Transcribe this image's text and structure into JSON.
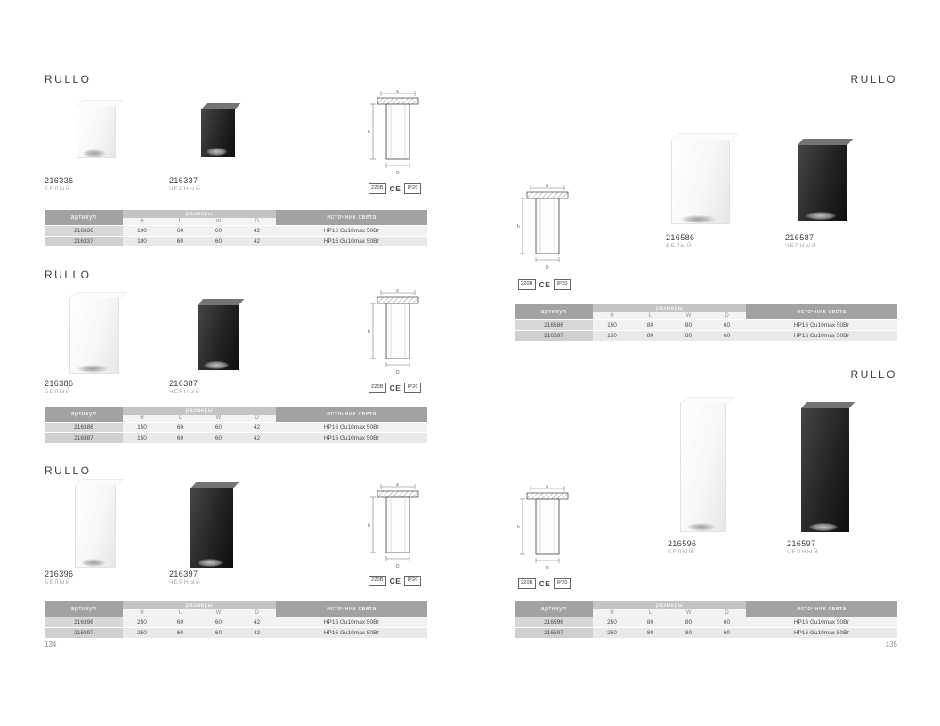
{
  "table_labels": {
    "article": "артикул",
    "dimensions": "размеры",
    "source": "источник света",
    "dims": [
      "H",
      "L",
      "W",
      "D"
    ]
  },
  "badges": [
    "220B",
    "CE",
    "IP20"
  ],
  "drawing_labels": {
    "top": "a",
    "side": "h",
    "bottom": "D"
  },
  "pages": {
    "left": {
      "number": "134"
    },
    "right": {
      "number": "135"
    }
  },
  "sections": [
    {
      "title": "RULLO",
      "products": [
        {
          "code": "216336",
          "color": "БЕЛЫЙ"
        },
        {
          "code": "216337",
          "color": "ЧЕРНЫЙ"
        }
      ],
      "rows": [
        {
          "article": "216336",
          "H": "100",
          "L": "60",
          "W": "60",
          "D": "42",
          "source": "HP16 Gu10max 50Вт"
        },
        {
          "article": "216337",
          "H": "100",
          "L": "60",
          "W": "60",
          "D": "42",
          "source": "HP16 Gu10max 50Вт"
        }
      ]
    },
    {
      "title": "RULLO",
      "products": [
        {
          "code": "216386",
          "color": "БЕЛЫЙ"
        },
        {
          "code": "216387",
          "color": "ЧЕРНЫЙ"
        }
      ],
      "rows": [
        {
          "article": "216386",
          "H": "150",
          "L": "60",
          "W": "60",
          "D": "42",
          "source": "HP16 Gu10max 50Вт"
        },
        {
          "article": "216387",
          "H": "150",
          "L": "60",
          "W": "60",
          "D": "42",
          "source": "HP16 Gu10max 50Вт"
        }
      ]
    },
    {
      "title": "RULLO",
      "products": [
        {
          "code": "216396",
          "color": "БЕЛЫЙ"
        },
        {
          "code": "216397",
          "color": "ЧЕРНЫЙ"
        }
      ],
      "rows": [
        {
          "article": "216396",
          "H": "250",
          "L": "60",
          "W": "60",
          "D": "42",
          "source": "HP16 Gu10max 50Вт"
        },
        {
          "article": "216397",
          "H": "250",
          "L": "60",
          "W": "60",
          "D": "42",
          "source": "HP16 Gu10max 50Вт"
        }
      ]
    },
    {
      "title": "RULLO",
      "products": [
        {
          "code": "216586",
          "color": "БЕЛЫЙ"
        },
        {
          "code": "216587",
          "color": "ЧЕРНЫЙ"
        }
      ],
      "rows": [
        {
          "article": "216586",
          "H": "150",
          "L": "80",
          "W": "80",
          "D": "60",
          "source": "HP16 Gu10max 50Вт"
        },
        {
          "article": "216587",
          "H": "150",
          "L": "80",
          "W": "80",
          "D": "60",
          "source": "HP16 Gu10max 50Вт"
        }
      ]
    },
    {
      "title": "RULLO",
      "products": [
        {
          "code": "216596",
          "color": "БЕЛЫЙ"
        },
        {
          "code": "216597",
          "color": "ЧЕРНЫЙ"
        }
      ],
      "rows": [
        {
          "article": "216596",
          "H": "250",
          "L": "80",
          "W": "80",
          "D": "60",
          "source": "HP16 Gu10max 50Вт"
        },
        {
          "article": "216597",
          "H": "250",
          "L": "80",
          "W": "80",
          "D": "60",
          "source": "HP16 Gu10max 50Вт"
        }
      ]
    }
  ]
}
